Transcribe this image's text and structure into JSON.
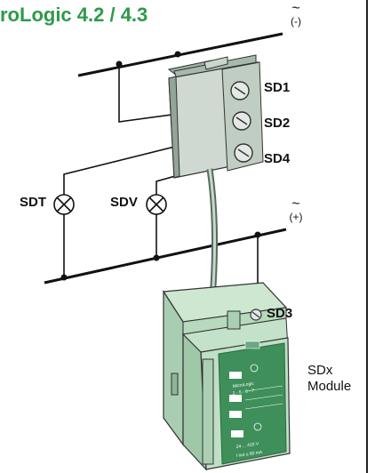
{
  "title": "roLogic 4.2 / 4.3",
  "supply_top": {
    "symbol": "~",
    "polarity": "(-)"
  },
  "supply_bottom": {
    "symbol": "~",
    "polarity": "(+)"
  },
  "terminals": [
    "SD1",
    "SD2",
    "SD4",
    "SD3"
  ],
  "lamps": [
    "SDT",
    "SDV"
  ],
  "module": {
    "name_line1": "SDx",
    "name_line2": "Module",
    "face_text": {
      "brand": "MicroLogic",
      "models": "2 - 5 - 6 - 7",
      "voltage": "24 ... 415 V",
      "current": "I out ≤ 80 mA",
      "part": "SDx"
    }
  },
  "colors": {
    "title": "#2e9a4a",
    "module_green": "#bfe0c4",
    "module_dark": "#3f8f5a",
    "wire": "#111111"
  }
}
